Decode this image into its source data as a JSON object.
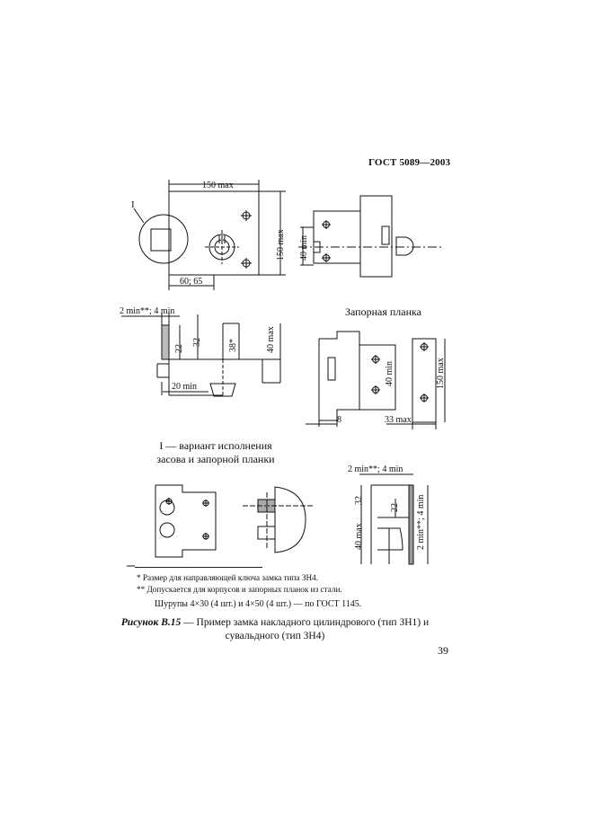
{
  "header": {
    "standard": "ГОСТ 5089—2003"
  },
  "figure": {
    "dims": {
      "top_width": "150 max",
      "top_height": "150 max",
      "bolt_offset": "40 min",
      "bottom_width": "60; 65",
      "gap": "2 min**; 4 min",
      "d22": "22",
      "d32": "32",
      "d38": "38*",
      "h40": "40 max",
      "bolt_length": "20 min",
      "plate_40min": "40 min",
      "plate_8": "8",
      "plate_33": "33 max",
      "plate_150": "150 max",
      "callout_I": "I",
      "v_gap": "2 min**; 4 min",
      "v_32": "32",
      "v_22": "22",
      "v_40": "40 max",
      "v_side": "2 min**; 4 min"
    },
    "strike_plate_title": "Запорная планка",
    "variant_label_line1": "I — вариант исполнения",
    "variant_label_line2": "засова и запорной планки"
  },
  "notes": {
    "note1": "* Размер для направляющей ключа замка типа ЗН4.",
    "note2": "** Допускается для корпусов и запорных планок из стали.",
    "screws": "Шурупы 4×30 (4 шт.) и 4×50 (4 шт.) — по ГОСТ 1145."
  },
  "caption": {
    "label": "Рисунок В.15",
    "text": " — Пример замка накладного цилиндрового (тип ЗН1) и сувальдного (тип ЗН4)"
  },
  "page_number": "39"
}
